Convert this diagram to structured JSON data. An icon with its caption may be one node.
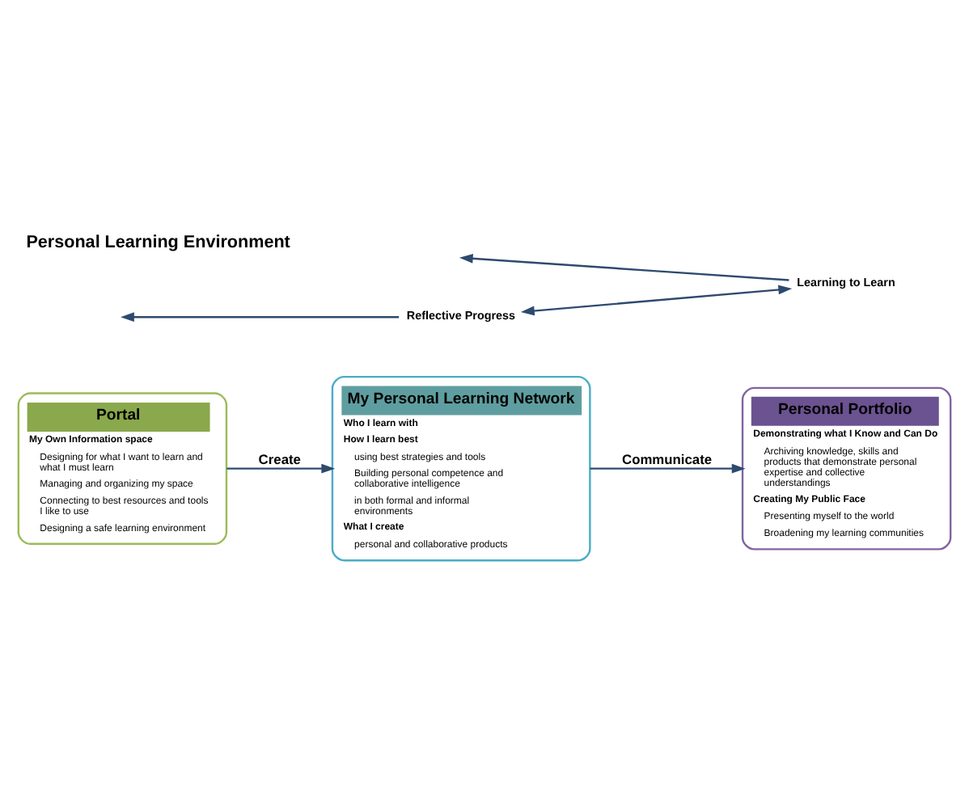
{
  "diagram": {
    "title": "Personal Learning Environment",
    "nodes": [
      {
        "text": [
          "Portal",
          "My Own Information space",
          "Designing for what I want to learn and what I must learn",
          "Managing and organizing my space",
          "Connecting to best resources and tools I like to use",
          "Designing a safe learning environment"
        ]
      },
      {
        "text": [
          "My Personal Learning Network",
          "Who I learn with",
          "How I learn best",
          "using best strategies and tools",
          "Building personal competence and collaborative intelligence",
          "in both formal and informal environments",
          "What I create",
          "personal and collaborative products"
        ]
      },
      {
        "text": [
          "Personal Portfolio",
          "Demonstrating what I Know and Can Do",
          "Archiving knowledge, skills and products that demonstrate personal expertise and collective understandings",
          "Creating My Public Face",
          "Presenting myself to the world",
          "Broadening my learning communities"
        ]
      },
      {
        "text": [
          "Reflective Progress"
        ]
      },
      {
        "text": [
          "Learning to Learn"
        ]
      }
    ],
    "edges": [
      {
        "from": 0,
        "to": 1,
        "label": "Create",
        "arrow": "to"
      },
      {
        "from": 1,
        "to": 2,
        "label": "Communicate",
        "arrow": "to"
      },
      {
        "from": 3,
        "to": null,
        "arrow": "to"
      },
      {
        "from": 3,
        "to": 4,
        "arrow": "both"
      },
      {
        "from": 4,
        "to": null,
        "arrow": "to"
      }
    ]
  }
}
